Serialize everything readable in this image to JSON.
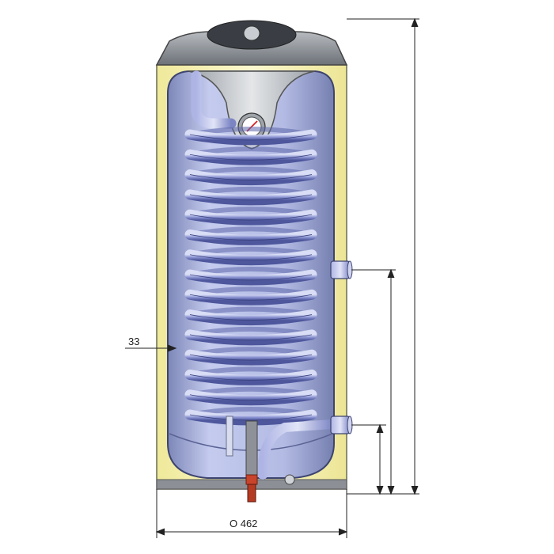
{
  "dimensions": {
    "insulation_thickness": "33",
    "outer_diameter": "Ο 462"
  },
  "colors": {
    "insulation": "#f6f3b8",
    "insulation_edge": "#c9c47c",
    "tank_interior": "#b7c0e6",
    "tank_wall": "#6f7aa3",
    "coil": "#8f97d4",
    "coil_shadow": "#5c66aa",
    "cap": "#8a8f95",
    "dimension_line": "#222222"
  },
  "icons": {
    "thermometer": "thermometer-icon",
    "anode": "anode-rod-icon"
  },
  "coil": {
    "turns": 15
  }
}
